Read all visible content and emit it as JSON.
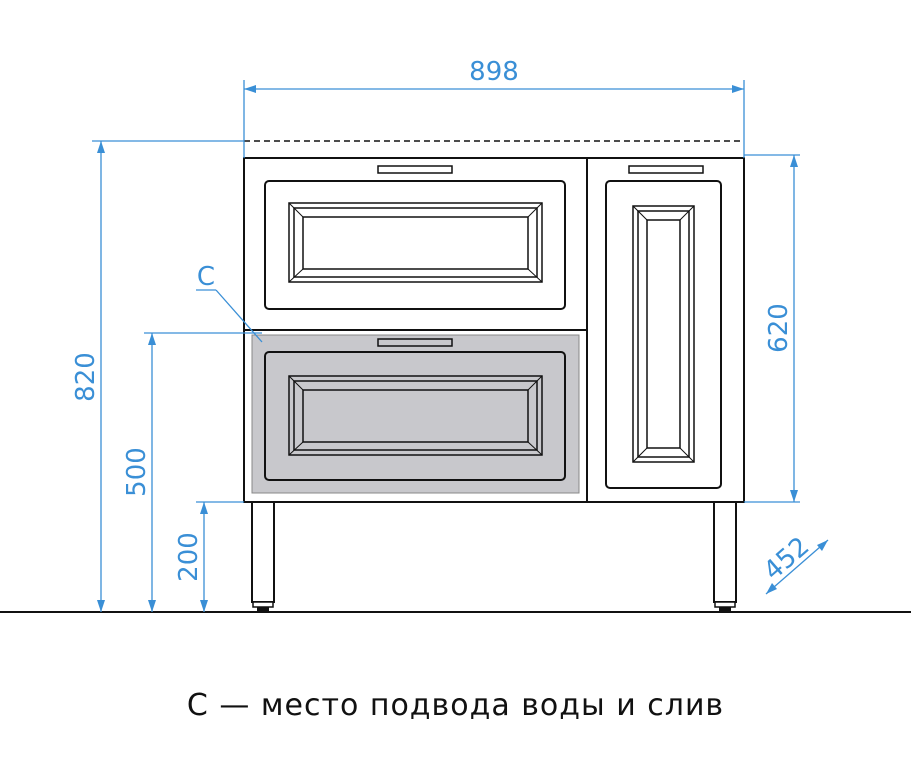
{
  "dimensions": {
    "width": "898",
    "height_total": "820",
    "height_door": "620",
    "height_supply": "500",
    "height_legs": "200",
    "depth": "452"
  },
  "marker_label": "C",
  "caption": "С — место подвода воды и слив",
  "colors": {
    "dimension": "#3a8fd6",
    "outline": "#111111",
    "highlight_fill": "#c8c8cc"
  }
}
